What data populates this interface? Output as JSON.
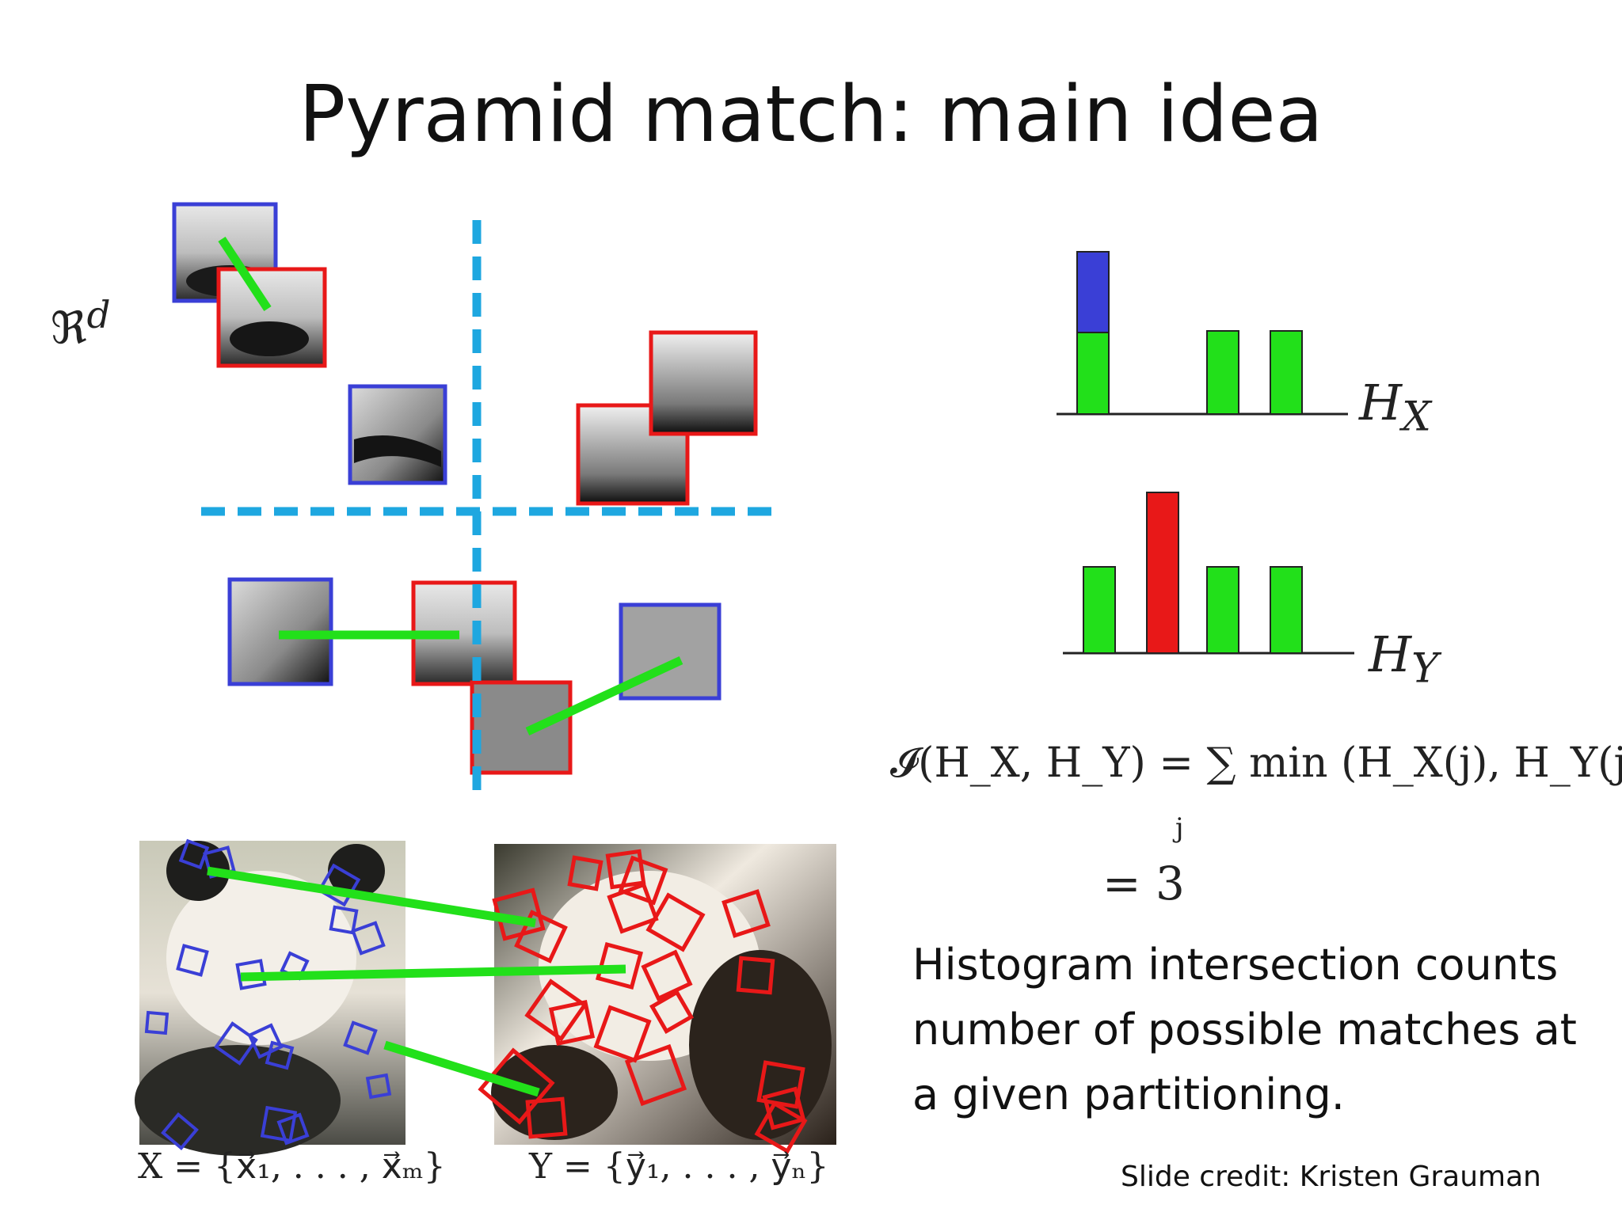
{
  "title": "Pyramid match: main idea",
  "space_label": "ℜ",
  "space_superscript": "d",
  "histogram_x_label": "H",
  "histogram_x_sub": "X",
  "histogram_y_label": "H",
  "histogram_y_sub": "Y",
  "formula_lhs": "𝓘(H",
  "formula_text": "𝓘(H_X, H_Y) = ∑ min (H_X(j), H_Y(j))",
  "formula_index": "j",
  "formula_result": "= 3",
  "set_x": "X = {x⃗₁, . . . , x⃗ₘ}",
  "set_y": "Y = {y⃗₁, . . . , y⃗ₙ}",
  "description": "Histogram intersection counts number of possible matches at a given partitioning.",
  "credit": "Slide credit: Kristen Grauman",
  "colors": {
    "blue": "#3a3fd6",
    "red": "#e81818",
    "green": "#22e01a",
    "cyan": "#1ea7e0"
  }
}
